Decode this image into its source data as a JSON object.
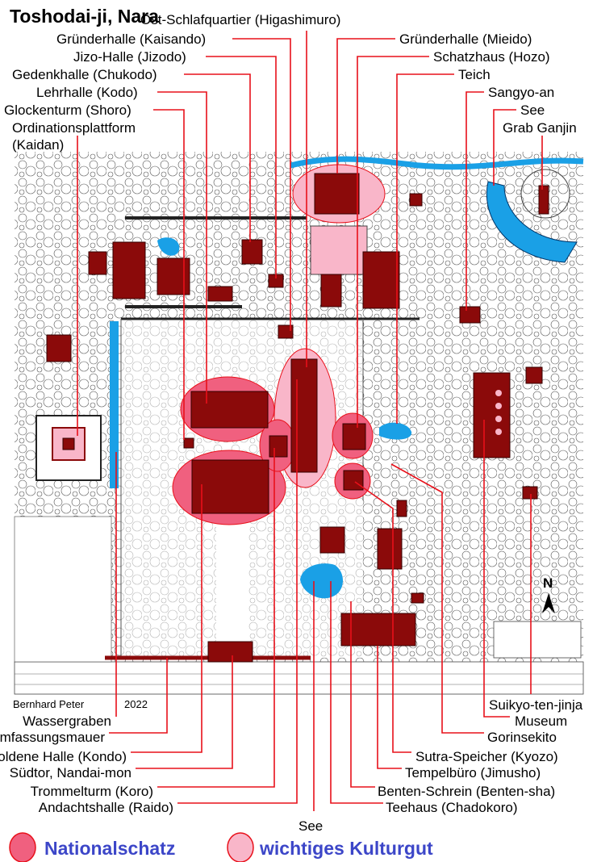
{
  "title": "Toshodai-ji, Nara",
  "credit": {
    "author": "Bernhard Peter",
    "year": "2022"
  },
  "labels_top": {
    "higashimuro": "Ost-Schlafquartier (Higashimuro)",
    "kaisando": "Gründerhalle (Kaisando)",
    "jizodo": "Jizo-Halle (Jizodo)",
    "chukodo": "Gedenkhalle (Chukodo)",
    "kodo": "Lehrhalle (Kodo)",
    "shoro": "Glockenturm (Shoro)",
    "kaidan_1": "Ordinationsplattform",
    "kaidan_2": "(Kaidan)",
    "mieido": "Gründerhalle (Mieido)",
    "hozo": "Schatzhaus (Hozo)",
    "teich": "Teich",
    "sangyoan": "Sangyo-an",
    "see_ne": "See",
    "ganjin": "Grab Ganjin"
  },
  "labels_bottom": {
    "wassergraben": "Wassergraben",
    "mauer": "Umfassungsmauer",
    "kondo": "Goldene Halle (Kondo)",
    "nandaimon": "Südtor, Nandai-mon",
    "koro": "Trommelturm (Koro)",
    "raido": "Andachtshalle (Raido)",
    "see_s": "See",
    "chadokoro": "Teehaus (Chadokoro)",
    "bentensha": "Benten-Schrein (Benten-sha)",
    "jimusho": "Tempelbüro (Jimusho)",
    "kyozo": "Sutra-Speicher (Kyozo)",
    "gorinsekito": "Gorinsekito",
    "museum": "Museum",
    "suikyo": "Suikyo-ten-jinja"
  },
  "north": "N",
  "legend": [
    {
      "label": "Nationalschatz",
      "color": "#f0607f"
    },
    {
      "label": "wichtiges Kulturgut",
      "color": "#f9b6c9"
    }
  ],
  "colors": {
    "building": "#8b0a0a",
    "water": "#1aa0e6",
    "leader": "#e8101a",
    "legend_text": "#3c46c8"
  }
}
